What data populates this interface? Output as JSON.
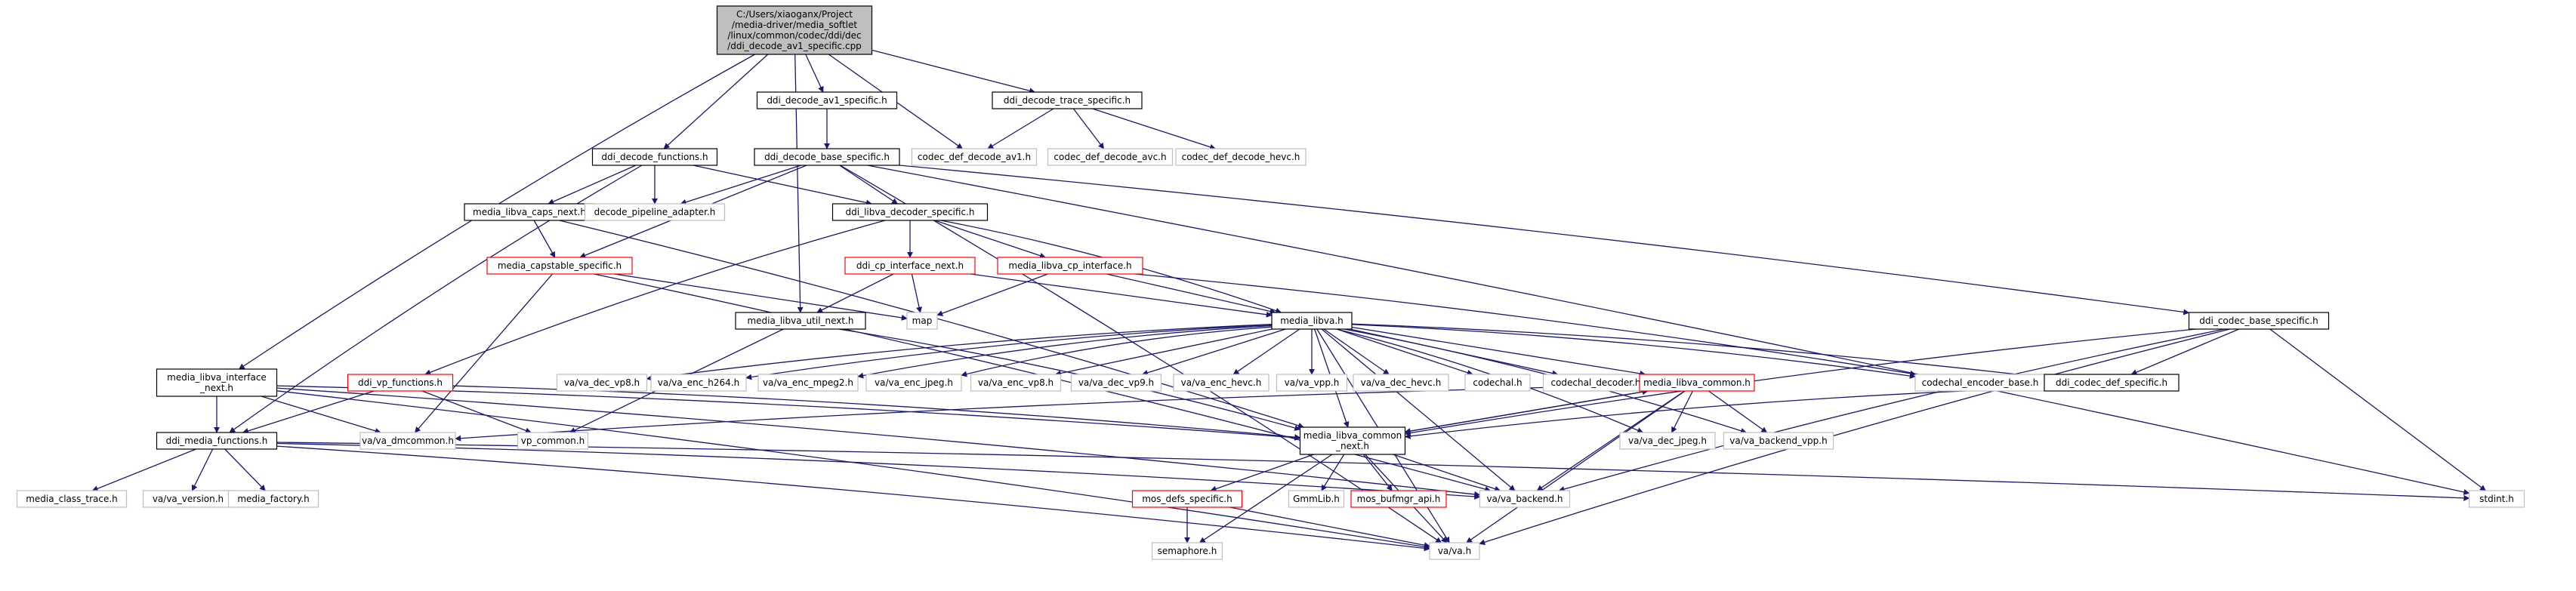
{
  "colors": {
    "edge": "#191970",
    "root_fill": "#bfbfbf",
    "root_border": "#000000",
    "documented_border": "#000000",
    "undocumented_border": "#bfbfbf",
    "truncated_border": "#ff0000"
  },
  "graph": {
    "root": {
      "id": "root",
      "label_lines": [
        "C:/Users/xiaoganx/Project",
        "/media-driver/media_softlet",
        "/linux/common/codec/ddi/dec",
        "/ddi_decode_av1_specific.cpp"
      ]
    },
    "nodes": [
      {
        "id": "ddi_decode_functions",
        "label": "ddi_decode_functions.h",
        "style": "documented"
      },
      {
        "id": "ddi_decode_av1_specific",
        "label": "ddi_decode_av1_specific.h",
        "style": "documented"
      },
      {
        "id": "ddi_decode_trace_specific",
        "label": "ddi_decode_trace_specific.h",
        "style": "documented"
      },
      {
        "id": "codec_def_decode_av1",
        "label": "codec_def_decode_av1.h",
        "style": "undocumented"
      },
      {
        "id": "codec_def_decode_avc",
        "label": "codec_def_decode_avc.h",
        "style": "undocumented"
      },
      {
        "id": "codec_def_decode_hevc",
        "label": "codec_def_decode_hevc.h",
        "style": "undocumented"
      },
      {
        "id": "ddi_decode_base_specific",
        "label": "ddi_decode_base_specific.h",
        "style": "documented"
      },
      {
        "id": "media_libva_caps_next",
        "label": "media_libva_caps_next.h",
        "style": "documented"
      },
      {
        "id": "decode_pipeline_adapter",
        "label": "decode_pipeline_adapter.h",
        "style": "undocumented"
      },
      {
        "id": "ddi_libva_decoder_specific",
        "label": "ddi_libva_decoder_specific.h",
        "style": "documented"
      },
      {
        "id": "media_capstable_specific",
        "label": "media_capstable_specific.h",
        "style": "truncated"
      },
      {
        "id": "ddi_cp_interface_next",
        "label": "ddi_cp_interface_next.h",
        "style": "truncated"
      },
      {
        "id": "media_libva_cp_interface",
        "label": "media_libva_cp_interface.h",
        "style": "truncated"
      },
      {
        "id": "map",
        "label": "map",
        "style": "undocumented"
      },
      {
        "id": "media_libva_util_next",
        "label": "media_libva_util_next.h",
        "style": "documented"
      },
      {
        "id": "media_libva",
        "label": "media_libva.h",
        "style": "documented"
      },
      {
        "id": "ddi_codec_base_specific",
        "label": "ddi_codec_base_specific.h",
        "style": "documented"
      },
      {
        "id": "media_libva_interface_next",
        "label_lines": [
          "media_libva_interface",
          "_next.h"
        ],
        "style": "documented"
      },
      {
        "id": "ddi_vp_functions",
        "label": "ddi_vp_functions.h",
        "style": "truncated"
      },
      {
        "id": "va_dec_vp8",
        "label": "va/va_dec_vp8.h",
        "style": "undocumented"
      },
      {
        "id": "va_enc_h264",
        "label": "va/va_enc_h264.h",
        "style": "undocumented"
      },
      {
        "id": "va_enc_mpeg2",
        "label": "va/va_enc_mpeg2.h",
        "style": "undocumented"
      },
      {
        "id": "va_enc_jpeg",
        "label": "va/va_enc_jpeg.h",
        "style": "undocumented"
      },
      {
        "id": "va_enc_vp8",
        "label": "va/va_enc_vp8.h",
        "style": "undocumented"
      },
      {
        "id": "va_dec_vp9",
        "label": "va/va_dec_vp9.h",
        "style": "undocumented"
      },
      {
        "id": "va_enc_hevc",
        "label": "va/va_enc_hevc.h",
        "style": "undocumented"
      },
      {
        "id": "va_vpp",
        "label": "va/va_vpp.h",
        "style": "undocumented"
      },
      {
        "id": "va_dec_hevc",
        "label": "va/va_dec_hevc.h",
        "style": "undocumented"
      },
      {
        "id": "codechal",
        "label": "codechal.h",
        "style": "undocumented"
      },
      {
        "id": "codechal_decoder",
        "label": "codechal_decoder.h",
        "style": "undocumented"
      },
      {
        "id": "media_libva_common",
        "label": "media_libva_common.h",
        "style": "truncated"
      },
      {
        "id": "codechal_encoder_base",
        "label": "codechal_encoder_base.h",
        "style": "undocumented"
      },
      {
        "id": "ddi_codec_def_specific",
        "label": "ddi_codec_def_specific.h",
        "style": "documented"
      },
      {
        "id": "va_dmcommon",
        "label": "va/va_dmcommon.h",
        "style": "undocumented"
      },
      {
        "id": "vp_common",
        "label": "vp_common.h",
        "style": "undocumented"
      },
      {
        "id": "media_libva_common_next",
        "label_lines": [
          "media_libva_common",
          "_next.h"
        ],
        "style": "documented"
      },
      {
        "id": "va_dec_jpeg",
        "label": "va/va_dec_jpeg.h",
        "style": "undocumented"
      },
      {
        "id": "va_backend_vpp",
        "label": "va/va_backend_vpp.h",
        "style": "undocumented"
      },
      {
        "id": "ddi_media_functions",
        "label": "ddi_media_functions.h",
        "style": "documented"
      },
      {
        "id": "media_class_trace",
        "label": "media_class_trace.h",
        "style": "undocumented"
      },
      {
        "id": "va_version",
        "label": "va/va_version.h",
        "style": "undocumented"
      },
      {
        "id": "media_factory",
        "label": "media_factory.h",
        "style": "undocumented"
      },
      {
        "id": "mos_defs_specific",
        "label": "mos_defs_specific.h",
        "style": "truncated"
      },
      {
        "id": "GmmLib",
        "label": "GmmLib.h",
        "style": "undocumented"
      },
      {
        "id": "mos_bufmgr_api",
        "label": "mos_bufmgr_api.h",
        "style": "truncated"
      },
      {
        "id": "va_backend",
        "label": "va/va_backend.h",
        "style": "undocumented"
      },
      {
        "id": "stdint",
        "label": "stdint.h",
        "style": "undocumented"
      },
      {
        "id": "semaphore",
        "label": "semaphore.h",
        "style": "undocumented"
      },
      {
        "id": "va",
        "label": "va/va.h",
        "style": "undocumented"
      }
    ],
    "edges": [
      [
        "root",
        "ddi_decode_functions"
      ],
      [
        "root",
        "ddi_decode_av1_specific"
      ],
      [
        "root",
        "ddi_decode_trace_specific"
      ],
      [
        "root",
        "codec_def_decode_av1"
      ],
      [
        "root",
        "media_libva_util_next"
      ],
      [
        "root",
        "media_libva_interface_next"
      ],
      [
        "ddi_decode_av1_specific",
        "ddi_decode_base_specific"
      ],
      [
        "ddi_decode_trace_specific",
        "codec_def_decode_av1"
      ],
      [
        "ddi_decode_trace_specific",
        "codec_def_decode_avc"
      ],
      [
        "ddi_decode_trace_specific",
        "codec_def_decode_hevc"
      ],
      [
        "ddi_decode_functions",
        "media_libva_caps_next"
      ],
      [
        "ddi_decode_functions",
        "decode_pipeline_adapter"
      ],
      [
        "ddi_decode_functions",
        "ddi_libva_decoder_specific"
      ],
      [
        "ddi_decode_functions",
        "ddi_media_functions"
      ],
      [
        "ddi_decode_base_specific",
        "decode_pipeline_adapter"
      ],
      [
        "ddi_decode_base_specific",
        "ddi_libva_decoder_specific"
      ],
      [
        "ddi_decode_base_specific",
        "media_capstable_specific"
      ],
      [
        "ddi_decode_base_specific",
        "ddi_codec_base_specific"
      ],
      [
        "ddi_decode_base_specific",
        "stdint"
      ],
      [
        "ddi_decode_base_specific",
        "va"
      ],
      [
        "media_libva_caps_next",
        "media_capstable_specific"
      ],
      [
        "media_libva_caps_next",
        "media_libva_common_next"
      ],
      [
        "ddi_libva_decoder_specific",
        "ddi_cp_interface_next"
      ],
      [
        "ddi_libva_decoder_specific",
        "media_libva_cp_interface"
      ],
      [
        "ddi_libva_decoder_specific",
        "media_libva"
      ],
      [
        "ddi_libva_decoder_specific",
        "ddi_vp_functions"
      ],
      [
        "media_capstable_specific",
        "map"
      ],
      [
        "media_capstable_specific",
        "va_dmcommon"
      ],
      [
        "media_capstable_specific",
        "va_backend"
      ],
      [
        "ddi_cp_interface_next",
        "map"
      ],
      [
        "ddi_cp_interface_next",
        "media_libva_util_next"
      ],
      [
        "ddi_cp_interface_next",
        "media_libva"
      ],
      [
        "media_libva_cp_interface",
        "map"
      ],
      [
        "media_libva_cp_interface",
        "media_libva"
      ],
      [
        "media_libva_cp_interface",
        "codechal_encoder_base"
      ],
      [
        "media_libva_util_next",
        "media_libva_common_next"
      ],
      [
        "media_libva_util_next",
        "vp_common"
      ],
      [
        "media_libva",
        "va_dec_vp8"
      ],
      [
        "media_libva",
        "va_enc_h264"
      ],
      [
        "media_libva",
        "va_enc_mpeg2"
      ],
      [
        "media_libva",
        "va_enc_jpeg"
      ],
      [
        "media_libva",
        "va_enc_vp8"
      ],
      [
        "media_libva",
        "va_dec_vp9"
      ],
      [
        "media_libva",
        "va_enc_hevc"
      ],
      [
        "media_libva",
        "va_vpp"
      ],
      [
        "media_libva",
        "va_dec_hevc"
      ],
      [
        "media_libva",
        "codechal"
      ],
      [
        "media_libva",
        "codechal_decoder"
      ],
      [
        "media_libva",
        "media_libva_common"
      ],
      [
        "media_libva",
        "codechal_encoder_base"
      ],
      [
        "media_libva",
        "ddi_codec_def_specific"
      ],
      [
        "media_libva",
        "va_dec_jpeg"
      ],
      [
        "media_libva",
        "va_backend_vpp"
      ],
      [
        "media_libva",
        "va_backend"
      ],
      [
        "media_libva",
        "va"
      ],
      [
        "media_libva",
        "media_libva_common_next"
      ],
      [
        "ddi_codec_base_specific",
        "ddi_codec_def_specific"
      ],
      [
        "ddi_codec_base_specific",
        "media_libva_common_next"
      ],
      [
        "ddi_codec_base_specific",
        "va_backend"
      ],
      [
        "ddi_codec_base_specific",
        "stdint"
      ],
      [
        "ddi_codec_base_specific",
        "va"
      ],
      [
        "ddi_codec_def_specific",
        "media_libva_common_next"
      ],
      [
        "media_libva_interface_next",
        "ddi_media_functions"
      ],
      [
        "media_libva_interface_next",
        "va_dmcommon"
      ],
      [
        "media_libva_interface_next",
        "media_libva_common_next"
      ],
      [
        "media_libva_interface_next",
        "va_backend"
      ],
      [
        "media_libva_interface_next",
        "va"
      ],
      [
        "ddi_vp_functions",
        "ddi_media_functions"
      ],
      [
        "ddi_vp_functions",
        "vp_common"
      ],
      [
        "ddi_vp_functions",
        "media_libva_common_next"
      ],
      [
        "media_libva_common",
        "va_dmcommon"
      ],
      [
        "media_libva_common",
        "media_libva_common_next"
      ],
      [
        "media_libva_common",
        "va_dec_jpeg"
      ],
      [
        "media_libva_common",
        "va_backend_vpp"
      ],
      [
        "media_libva_common",
        "va_backend"
      ],
      [
        "media_libva_common",
        "va"
      ],
      [
        "media_libva_common_next",
        "media_libva_common"
      ],
      [
        "media_libva_common_next",
        "mos_defs_specific"
      ],
      [
        "media_libva_common_next",
        "GmmLib"
      ],
      [
        "media_libva_common_next",
        "mos_bufmgr_api"
      ],
      [
        "media_libva_common_next",
        "va_backend"
      ],
      [
        "media_libva_common_next",
        "semaphore"
      ],
      [
        "media_libva_common_next",
        "va"
      ],
      [
        "ddi_media_functions",
        "media_class_trace"
      ],
      [
        "ddi_media_functions",
        "va_version"
      ],
      [
        "ddi_media_functions",
        "media_factory"
      ],
      [
        "ddi_media_functions",
        "va_backend"
      ],
      [
        "ddi_media_functions",
        "stdint"
      ],
      [
        "ddi_media_functions",
        "va"
      ],
      [
        "mos_defs_specific",
        "semaphore"
      ],
      [
        "mos_defs_specific",
        "va"
      ]
    ]
  }
}
